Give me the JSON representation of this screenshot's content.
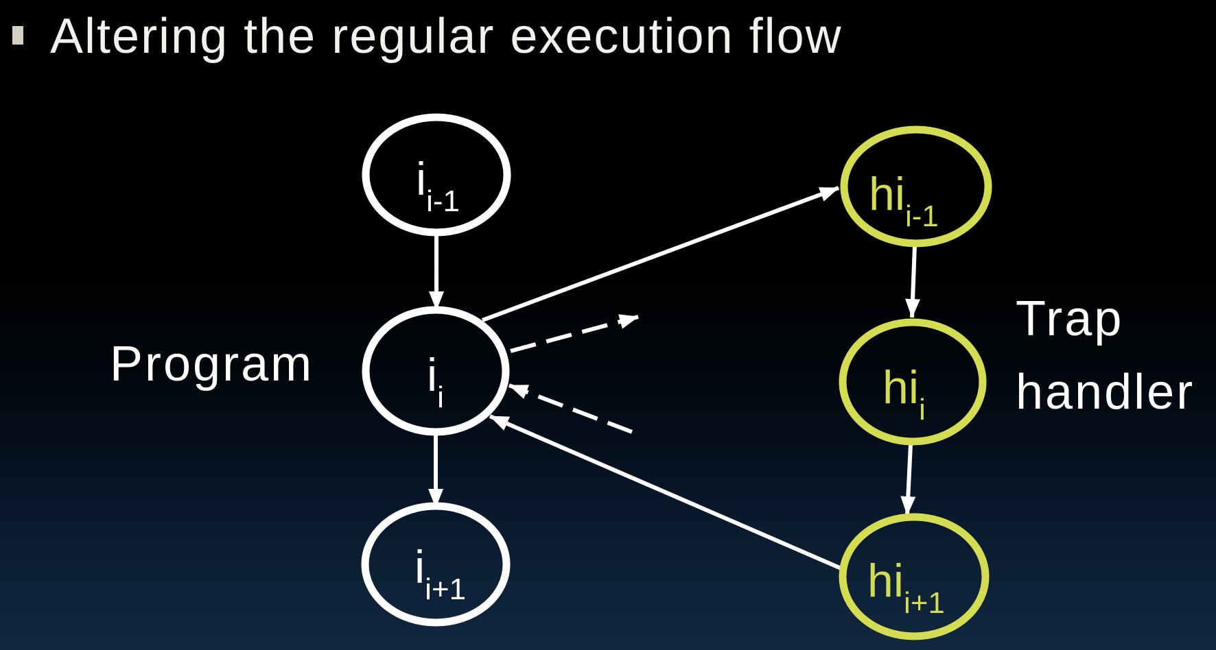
{
  "slide": {
    "title": "Altering the regular execution flow"
  },
  "labels": {
    "program": "Program",
    "trap_handler": "Trap handler"
  },
  "colors": {
    "background_top": "#000000",
    "background_bottom": "#12283f",
    "bullet": "#d6d0c4",
    "program_node": "#ffffff",
    "handler_node": "#d4dc52",
    "arrow": "#ffffff",
    "text": "#ffffff"
  },
  "diagram": {
    "program_nodes": [
      {
        "id": "i_prev",
        "label": "i",
        "sub": "i-1"
      },
      {
        "id": "i_cur",
        "label": "i",
        "sub": "i"
      },
      {
        "id": "i_next",
        "label": "i",
        "sub": "i+1"
      }
    ],
    "handler_nodes": [
      {
        "id": "hi_prev",
        "label": "hi",
        "sub": "i-1"
      },
      {
        "id": "hi_cur",
        "label": "hi",
        "sub": "i"
      },
      {
        "id": "hi_next",
        "label": "hi",
        "sub": "i+1"
      }
    ],
    "edges": [
      {
        "from": "i_prev",
        "to": "i_cur",
        "style": "solid"
      },
      {
        "from": "i_cur",
        "to": "i_next",
        "style": "solid"
      },
      {
        "from": "i_cur",
        "to": "hi_prev",
        "style": "solid"
      },
      {
        "from": "hi_prev",
        "to": "hi_cur",
        "style": "solid"
      },
      {
        "from": "hi_cur",
        "to": "hi_next",
        "style": "solid"
      },
      {
        "from": "hi_next",
        "to": "i_cur",
        "style": "solid"
      }
    ],
    "dashed_arrows": [
      {
        "at": "i_cur",
        "direction": "outgoing-toward-handler"
      },
      {
        "at": "i_cur",
        "direction": "incoming-from-handler"
      }
    ]
  }
}
